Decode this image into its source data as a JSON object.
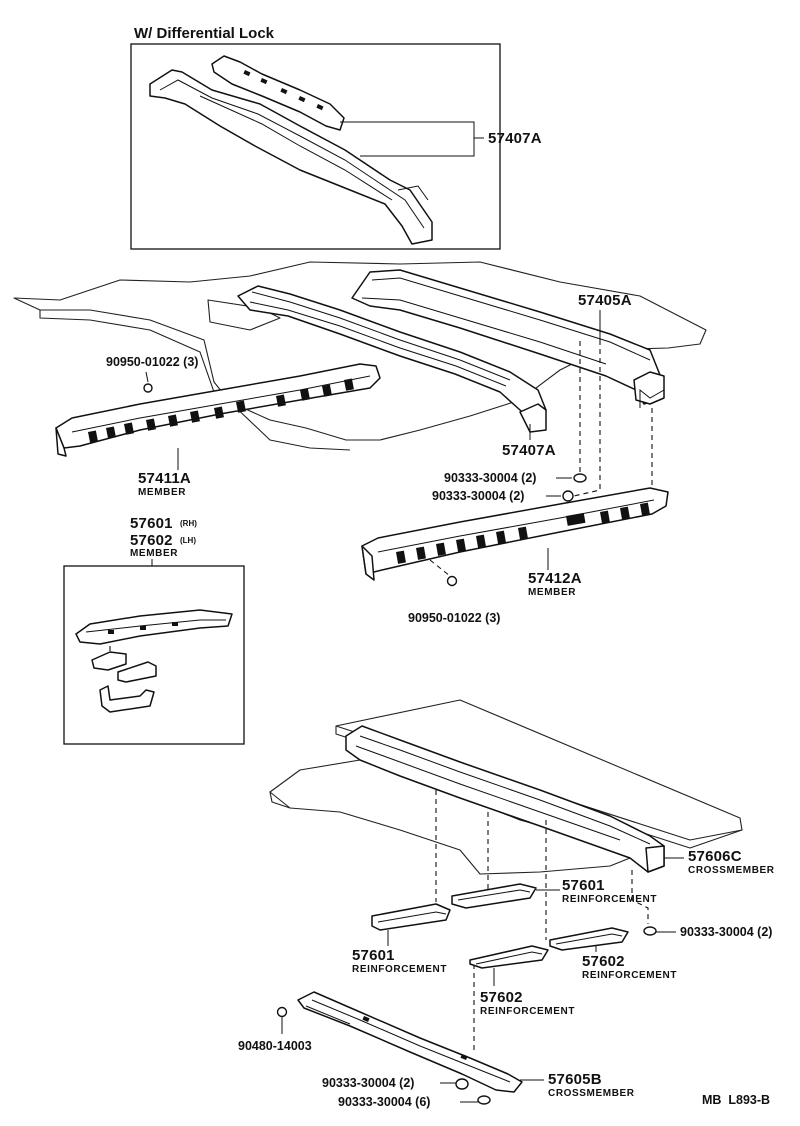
{
  "inset_top": {
    "title": "W/ Differential Lock",
    "part": "57407A"
  },
  "inset_left": {
    "part_rh": "57601",
    "side_rh": "(RH)",
    "part_lh": "57602",
    "side_lh": "(LH)",
    "name": "MEMBER"
  },
  "labels": {
    "p57405a": "57405A",
    "bolt_90950_upper": "90950-01022 (3)",
    "p57407a": "57407A",
    "p57411a": "57411A",
    "p57411a_name": "MEMBER",
    "plug_90333_a": "90333-30004 (2)",
    "plug_90333_b": "90333-30004 (2)",
    "p57412a": "57412A",
    "p57412a_name": "MEMBER",
    "bolt_90950_lower": "90950-01022 (3)",
    "p57606c": "57606C",
    "p57606c_name": "CROSSMEMBER",
    "p57601_upper": "57601",
    "p57601_upper_name": "REINFORCEMENT",
    "plug_90333_c": "90333-30004 (2)",
    "p57601_lower": "57601",
    "p57601_lower_name": "REINFORCEMENT",
    "p57602_right": "57602",
    "p57602_right_name": "REINFORCEMENT",
    "p57602_mid": "57602",
    "p57602_mid_name": "REINFORCEMENT",
    "clip_90480": "90480-14003",
    "plug_90333_d": "90333-30004 (2)",
    "p57605b": "57605B",
    "p57605b_name": "CROSSMEMBER",
    "plug_90333_e": "90333-30004 (6)",
    "code": "MB  L893-B"
  }
}
